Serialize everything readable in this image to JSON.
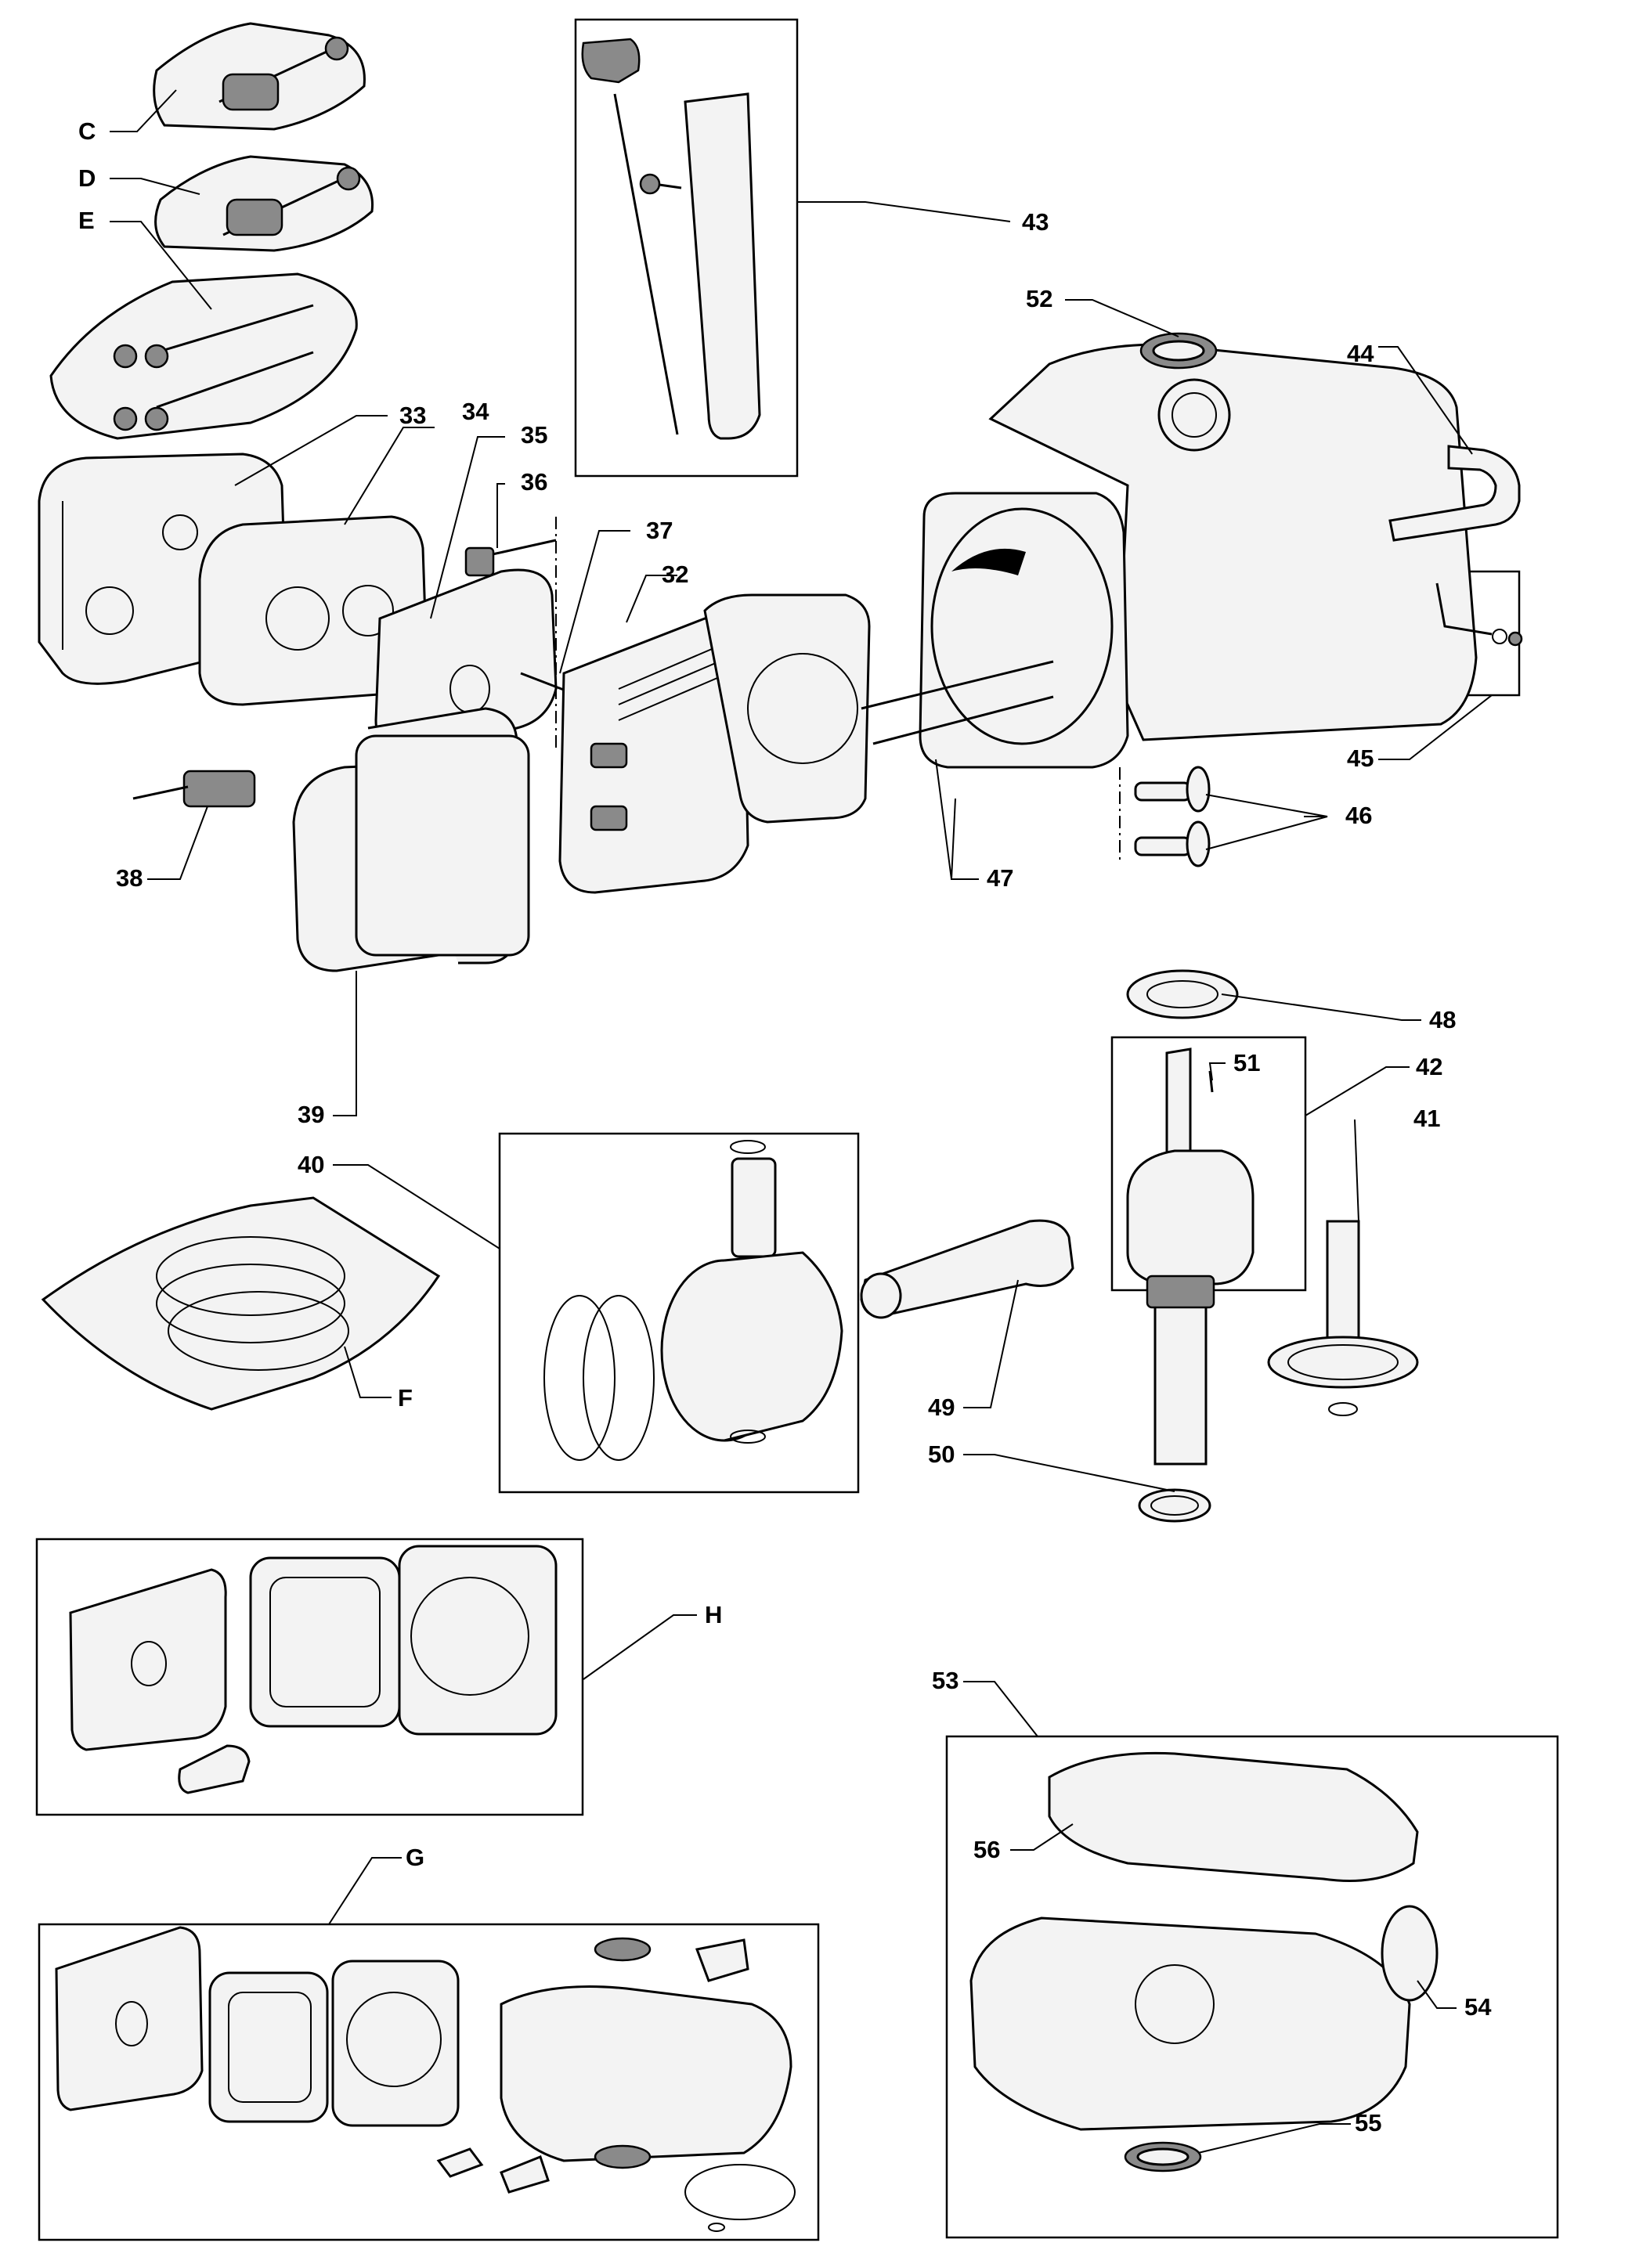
{
  "diagram": {
    "callouts": {
      "C": "C",
      "D": "D",
      "E": "E",
      "F": "F",
      "G": "G",
      "H": "H",
      "n32": "32",
      "n33": "33",
      "n34": "34",
      "n35": "35",
      "n36": "36",
      "n37": "37",
      "n38": "38",
      "n39": "39",
      "n40": "40",
      "n41": "41",
      "n42": "42",
      "n43": "43",
      "n44": "44",
      "n45": "45",
      "n46": "46",
      "n47": "47",
      "n48": "48",
      "n49": "49",
      "n50": "50",
      "n51": "51",
      "n52": "52",
      "n53": "53",
      "n54": "54",
      "n55": "55",
      "n56": "56"
    }
  }
}
